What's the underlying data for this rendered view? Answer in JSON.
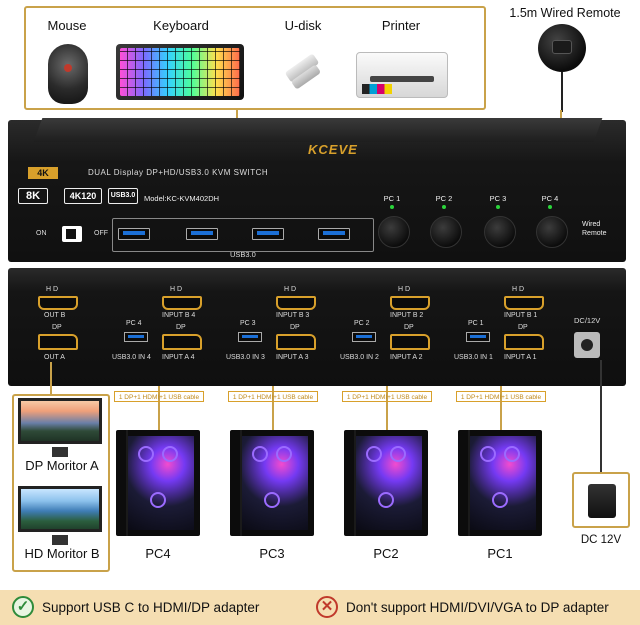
{
  "peripherals": {
    "mouse": "Mouse",
    "keyboard": "Keyboard",
    "udisk": "U-disk",
    "printer": "Printer"
  },
  "remote": {
    "label": "1.5m Wired Remote"
  },
  "front_panel": {
    "brand": "KCEVE",
    "badge": "4K",
    "title": "DUAL Display DP+HD/USB3.0 KVM SWITCH",
    "chips": [
      "8K",
      "4K120",
      "USB3.0"
    ],
    "model": "Model:KC-KVM402DH",
    "usb_label": "USB3.0",
    "on": "ON",
    "off": "OFF",
    "pc_buttons": [
      "PC 1",
      "PC 2",
      "PC 3",
      "PC 4"
    ],
    "wired_remote": [
      "Wired",
      "Remote"
    ]
  },
  "back_panel": {
    "outputs": {
      "hd": "H D",
      "out_b": "OUT B",
      "dp": "DP",
      "out_a": "OUT A"
    },
    "inputs": [
      {
        "pc": "PC 4",
        "hd": "H D",
        "input_b": "INPUT B 4",
        "dp": "DP",
        "usb": "USB3.0 IN 4",
        "input_a": "INPUT A 4"
      },
      {
        "pc": "PC 3",
        "hd": "H D",
        "input_b": "INPUT B 3",
        "dp": "DP",
        "usb": "USB3.0 IN 3",
        "input_a": "INPUT A 3"
      },
      {
        "pc": "PC 2",
        "hd": "H D",
        "input_b": "INPUT B 2",
        "dp": "DP",
        "usb": "USB3.0 IN 2",
        "input_a": "INPUT A 2"
      },
      {
        "pc": "PC 1",
        "hd": "H D",
        "input_b": "INPUT B 1",
        "dp": "DP",
        "usb": "USB3.0 IN 1",
        "input_a": "INPUT A 1"
      }
    ],
    "dc": "DC/12V"
  },
  "cables": [
    "1 DP+1 HDMI+1 USB cable",
    "1 DP+1 HDMI+1 USB cable",
    "1 DP+1 HDMI+1 USB cable",
    "1 DP+1 HDMI+1 USB cable"
  ],
  "monitors": {
    "a": "DP Moritor A",
    "b": "HD Moritor B"
  },
  "pcs": [
    "PC4",
    "PC3",
    "PC2",
    "PC1"
  ],
  "dc_adapter": "DC 12V",
  "footer": {
    "support": "Support USB C to HDMI/DP adapter",
    "no_support": "Don't support HDMI/DVI/VGA to DP adapter"
  },
  "colors": {
    "accent": "#c9a24a",
    "panel": "#151515",
    "bar": "#f5deb2"
  }
}
